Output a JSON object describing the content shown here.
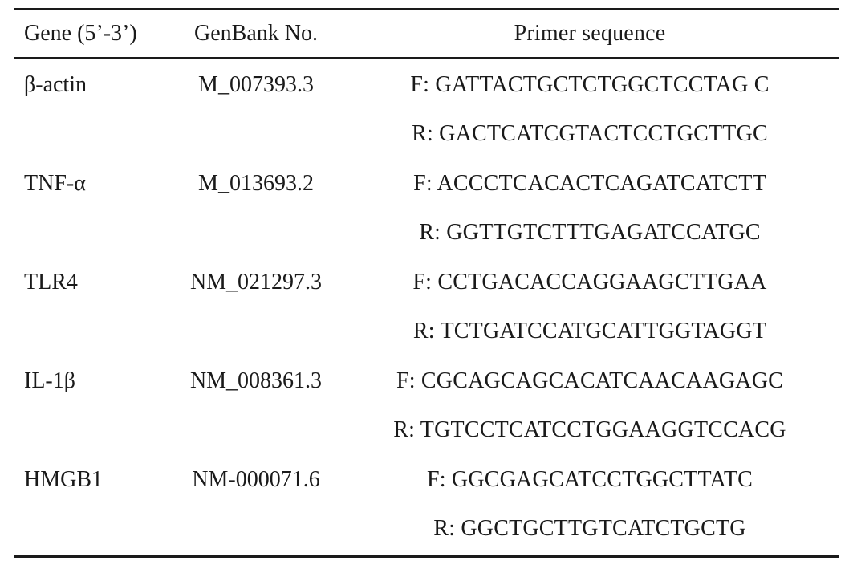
{
  "table": {
    "headers": {
      "gene": "Gene (5’-3’)",
      "genbank": "GenBank No.",
      "primer": "Primer sequence"
    },
    "rows": [
      {
        "gene": "β-actin",
        "genbank": "M_007393.3",
        "primer": "F: GATTACTGCTCTGGCTCCTAG C"
      },
      {
        "gene": "",
        "genbank": "",
        "primer": "R: GACTCATCGTACTCCTGCTTGC"
      },
      {
        "gene": "TNF-α",
        "genbank": "M_013693.2",
        "primer": "F: ACCCTCACACTCAGATCATCTT"
      },
      {
        "gene": "",
        "genbank": "",
        "primer": "R: GGTTGTCTTTGAGATCCATGC"
      },
      {
        "gene": "TLR4",
        "genbank": "NM_021297.3",
        "primer": "F: CCTGACACCAGGAAGCTTGAA"
      },
      {
        "gene": "",
        "genbank": "",
        "primer": "R: TCTGATCCATGCATTGGTAGGT"
      },
      {
        "gene": "IL-1β",
        "genbank": "NM_008361.3",
        "primer": "F: CGCAGCAGCACATCAACAAGAGC"
      },
      {
        "gene": "",
        "genbank": "",
        "primer": "R: TGTCCTCATCCTGGAAGGTCCACG"
      },
      {
        "gene": "HMGB1",
        "genbank": "NM-000071.6",
        "primer": "F: GGCGAGCATCCTGGCTTATC"
      },
      {
        "gene": "",
        "genbank": "",
        "primer": "R: GGCTGCTTGTCATCTGCTG"
      }
    ]
  }
}
